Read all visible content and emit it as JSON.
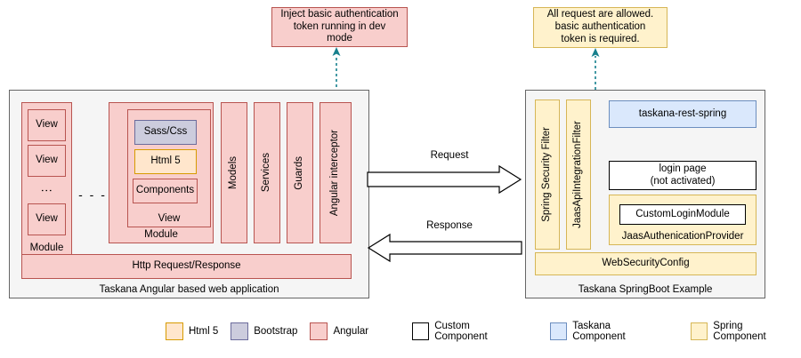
{
  "notes": {
    "left": {
      "text": "Inject basic authentication token running in dev mode",
      "line1": "Inject basic authentication",
      "line2": "token running in dev",
      "line3": "mode"
    },
    "right": {
      "text": "All request are allowed. basic authentication token is required.",
      "line1": "All request are allowed.",
      "line2": "basic authentication",
      "line3": "token is required."
    }
  },
  "client": {
    "container_label": "Taskana Angular based web application",
    "module_a": {
      "label": "Module",
      "views": [
        "View",
        "View",
        "View"
      ],
      "ellipsis": "⋮"
    },
    "separator": "- - -",
    "module_b": {
      "label": "Module",
      "view_label": "View",
      "items": [
        {
          "label": "Sass/Css",
          "kind": "bootstrap"
        },
        {
          "label": "Html 5",
          "kind": "html5"
        },
        {
          "label": "Components",
          "kind": "angular"
        }
      ]
    },
    "columns": [
      "Models",
      "Services",
      "Guards",
      "Angular interceptor"
    ],
    "http_bar": "Http Request/Response"
  },
  "flow": {
    "request_label": "Request",
    "response_label": "Response"
  },
  "server": {
    "container_label": "Taskana SpringBoot Example",
    "filters": [
      "Spring Security Filter",
      "JaasApiIntegrationFilter"
    ],
    "rest": "taskana-rest-spring",
    "login_page_line1": "login page",
    "login_page_line2": "(not activated)",
    "custom_login_module": "CustomLoginModule",
    "jaas_provider": "JaasAuthenicationProvider",
    "web_security_config": "WebSecurityConfig"
  },
  "legend": {
    "left_items": [
      {
        "label": "Html 5",
        "fill": "#ffe6cc",
        "stroke": "#d79b00"
      },
      {
        "label": "Bootstrap",
        "fill": "#ccccdd",
        "stroke": "#6c6c9c"
      },
      {
        "label": "Angular",
        "fill": "#f8cecc",
        "stroke": "#b85450"
      }
    ],
    "right_items": [
      {
        "label": "Custom Component",
        "fill": "#ffffff",
        "stroke": "#000000"
      },
      {
        "label": "Taskana Component",
        "fill": "#dae8fc",
        "stroke": "#6c8ebf"
      },
      {
        "label": "Spring Component",
        "fill": "#fff2cc",
        "stroke": "#d6b656"
      }
    ]
  },
  "colors": {
    "connector": "#17808d",
    "shell_fill": "#f5f5f5",
    "shell_stroke": "#666666"
  }
}
